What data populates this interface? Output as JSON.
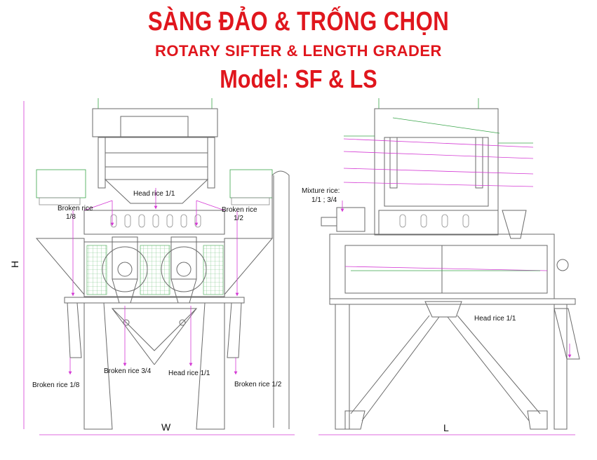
{
  "header": {
    "title_vn": "SÀNG ĐẢO & TRỐNG CHỌN",
    "title_en": "ROTARY SIFTER & LENGTH GRADER",
    "model": "Model: SF & LS"
  },
  "front_view": {
    "head_rice_top": "Head rice 1/1",
    "broken_18_top_line1": "Broken rice",
    "broken_18_top_line2": "1/8",
    "broken_12_top_line1": "Broken rice",
    "broken_12_top_line2": "1/2",
    "broken_34": "Broken rice 3/4",
    "head_rice_bottom": "Head rice 1/1",
    "broken_18_bottom": "Broken rice 1/8",
    "broken_12_bottom": "Broken rice 1/2",
    "dim_h": "H",
    "dim_w": "W"
  },
  "side_view": {
    "mixture_line1": "Mixture rice:",
    "mixture_line2": "1/1 ; 3/4",
    "head_rice": "Head rice 1/1",
    "dim_l": "L"
  },
  "colors": {
    "title": "#e0161d",
    "line": "#6a6a6a",
    "flow": "#d43ad4",
    "screen": "#3aa54a"
  }
}
